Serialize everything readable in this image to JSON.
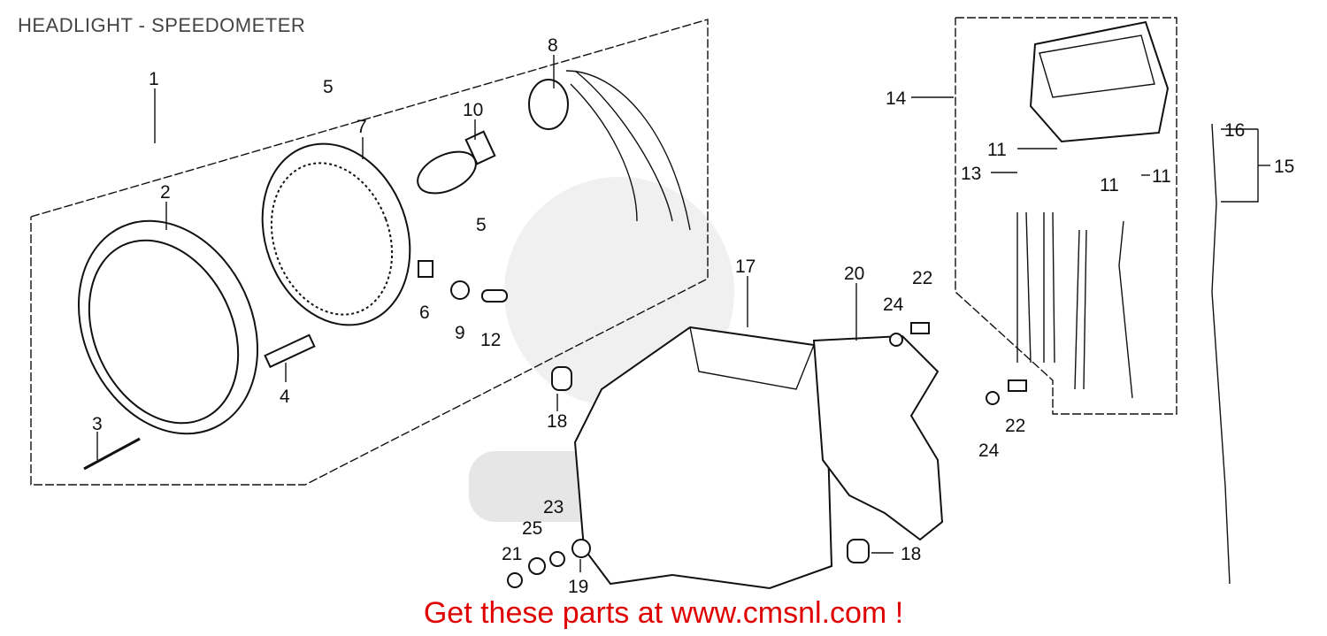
{
  "title": "HEADLIGHT - SPEEDOMETER",
  "footer": "Get these parts at www.cmsnl.com !",
  "watermark": "www.cmsnl.com",
  "footer_color": "#e00000",
  "callouts": [
    "1",
    "2",
    "3",
    "4",
    "5",
    "5",
    "6",
    "7",
    "8",
    "9",
    "10",
    "11",
    "11",
    "11",
    "12",
    "13",
    "14",
    "15",
    "16",
    "17",
    "18",
    "18",
    "19",
    "20",
    "21",
    "22",
    "22",
    "23",
    "24",
    "24",
    "25"
  ]
}
